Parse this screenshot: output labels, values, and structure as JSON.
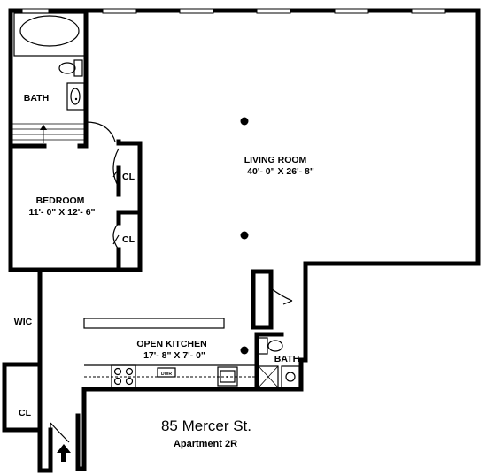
{
  "rooms": {
    "living_room": {
      "name": "LIVING ROOM",
      "size": "40'- 0\" X 26'- 8\""
    },
    "bedroom": {
      "name": "BEDROOM",
      "size": "11'- 0\" X 12'- 6\""
    },
    "kitchen": {
      "name": "OPEN KITCHEN",
      "size": "17'- 8\" X 7'- 0\""
    },
    "bath_top": {
      "name": "BATH"
    },
    "bath_kitchen": {
      "name": "BATH"
    },
    "closet_1": {
      "name": "CL"
    },
    "closet_2": {
      "name": "CL"
    },
    "closet_entry": {
      "name": "CL"
    },
    "wic": {
      "name": "WIC"
    }
  },
  "appliances": {
    "dishwasher": "DWR"
  },
  "address": {
    "street": "85 Mercer St.",
    "unit": "Apartment 2R"
  },
  "icons": [
    "entrance-arrow-icon",
    "column-icon",
    "door-swing-icon",
    "stair-icon",
    "toilet-icon",
    "sink-icon",
    "bathtub-icon",
    "stove-icon",
    "shower-icon"
  ]
}
